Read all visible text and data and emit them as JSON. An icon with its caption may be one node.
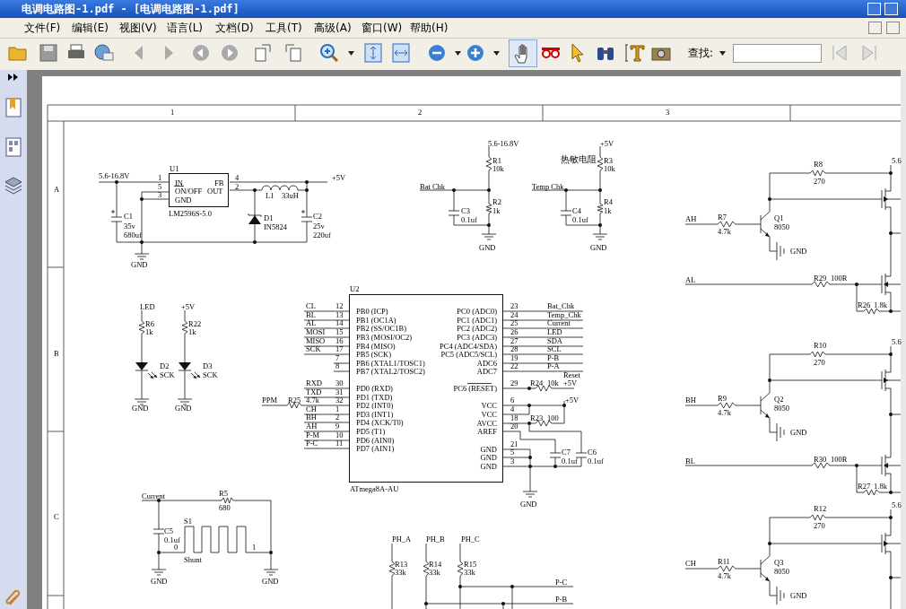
{
  "diagram": {
    "title": "电调电路图-1.pdf - [电调电路图-1.pdf]",
    "nodes": [
      {
        "text": [
          "U1",
          "IN",
          "ON/OFF",
          "GND",
          "FB",
          "OUT"
        ],
        "beside": [
          "LM2596S-5.0"
        ]
      },
      {
        "text": [
          "U2",
          "PB0 (ICP)",
          "PB1 (OC1A)",
          "PB2 (SS/OC1B)",
          "PB3 (MOSI/OC2)",
          "PB4 (MISO)",
          "PB5 (SCK)",
          "PB6 (XTAL1/TOSC1)",
          "PB7 (XTAL2/TOSC2)",
          "PD0 (RXD)",
          "PD1 (TXD)",
          "PD2 (INT0)",
          "PD3 (INT1)",
          "PD4 (XCK/T0)",
          "PD5 (T1)",
          "PD6 (AIN0)",
          "PD7 (AIN1)",
          "PC0 (ADC0)",
          "PC1 (ADC1)",
          "PC2 (ADC2)",
          "PC3 (ADC3)",
          "PC4 (ADC4/SDA)",
          "PC5 (ADC5/SCL)",
          "ADC6",
          "ADC7",
          "PC6 (RESET)",
          "VCC",
          "VCC",
          "AVCC",
          "AREF",
          "GND",
          "GND",
          "GND"
        ],
        "beside": [
          "ATmega8A-AU"
        ]
      }
    ],
    "labels": [
      "文件(F)",
      "编辑(E)",
      "视图(V)",
      "语言(L)",
      "文档(D)",
      "工具(T)",
      "高级(A)",
      "窗口(W)",
      "帮助(H)",
      "查找:",
      "1",
      "2",
      "3",
      "A",
      "B",
      "C",
      "5.6-16.8V",
      "1",
      "5",
      "3",
      "4",
      "2",
      "+5V",
      "L1",
      "33uH",
      "C1",
      "35v",
      "680uf",
      "D1",
      "IN5824",
      "C2",
      "25v",
      "220uf",
      "GND",
      "5.6-16.8V",
      "R1",
      "10k",
      "Bat Chk",
      "C3",
      "0.1uf",
      "R2",
      "1k",
      "GND",
      "+5V",
      "热敏电阻",
      "R3",
      "10k",
      "Temp Chk",
      "C4",
      "0.1uf",
      "R4",
      "1k",
      "GND",
      "5.6",
      "R8",
      "270",
      "AH",
      "R7",
      "4.7k",
      "Q1",
      "8050",
      "GND",
      "AL",
      "R29",
      "100R",
      "R26",
      "1.8k",
      "5.6",
      "R10",
      "270",
      "BH",
      "R9",
      "4.7k",
      "Q2",
      "8050",
      "GND",
      "BL",
      "R30",
      "100R",
      "R27",
      "1.8k",
      "5.6",
      "R12",
      "270",
      "CH",
      "R11",
      "4.7k",
      "Q3",
      "8050",
      "GND",
      "LED",
      "+5V",
      "R6",
      "1k",
      "R22",
      "1k",
      "D2",
      "SCK",
      "D3",
      "SCK",
      "GND",
      "GND",
      "CL",
      "BL",
      "AL",
      "MOSI",
      "MISO",
      "SCK",
      "RXD",
      "TXD",
      "4.7k",
      "CH",
      "BH",
      "AH",
      "P-M",
      "P-C",
      "PPM",
      "R25",
      "12",
      "13",
      "14",
      "15",
      "16",
      "17",
      "7",
      "8",
      "30",
      "31",
      "32",
      "1",
      "2",
      "9",
      "10",
      "11",
      "23",
      "24",
      "25",
      "26",
      "27",
      "28",
      "19",
      "22",
      "29",
      "6",
      "4",
      "18",
      "20",
      "21",
      "5",
      "3",
      "Bat_Chk",
      "Temp_Chk",
      "Current",
      "LED",
      "SDA",
      "SCL",
      "P-B",
      "P-A",
      "Reset",
      "R24",
      "10k",
      "+5V",
      "+5V",
      "R23",
      "100",
      "C7",
      "0.1uf",
      "C6",
      "0.1uf",
      "GND",
      "Current",
      "R5",
      "680",
      "C5",
      "0.1uf",
      "S1",
      "0",
      "1",
      "Shunt",
      "GND",
      "GND",
      "PH_A",
      "PH_B",
      "PH_C",
      "R13",
      "33k",
      "R14",
      "33k",
      "R15",
      "33k",
      "P-C",
      "P-B"
    ]
  }
}
